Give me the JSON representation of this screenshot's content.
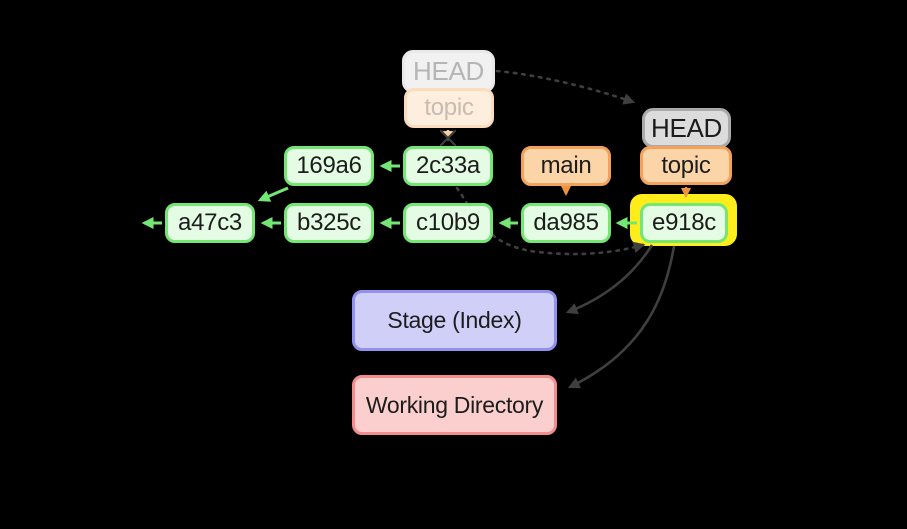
{
  "colors": {
    "page-bg": "#000000",
    "green-border": "#74e674",
    "green-fill": "#e4fce4",
    "green-arrow": "#74e674",
    "orange-border": "#f2a25c",
    "orange-fill": "#fbd5a8",
    "orange-arrow": "#f0923e",
    "gray-border": "#a9a9a9",
    "gray-fill": "#dcdcdc",
    "stage-border": "#9292ee",
    "stage-fill": "#cfcff8",
    "wd-border": "#f28d8d",
    "wd-fill": "#fccfcf",
    "highlight-yellow": "#ffec1b",
    "dark-arrow": "#3f3f3f",
    "text-dark": "#1c1c1c",
    "ghost-gray-border": "#e9e9e9",
    "ghost-gray-fill": "#f1f1f1",
    "ghost-gray-text": "#b5b5b5",
    "ghost-orange-border": "#fbdcbf",
    "ghost-orange-fill": "#fdeedd",
    "ghost-orange-text": "#c7bcb1",
    "ghost-arrow": "#f8d1a8"
  },
  "labels": {
    "ghost_head": "HEAD",
    "ghost_topic": "topic",
    "head": "HEAD",
    "topic": "topic",
    "main": "main",
    "c_169a6": "169a6",
    "c_2c33a": "2c33a",
    "c_a47c3": "a47c3",
    "c_b325c": "b325c",
    "c_c10b9": "c10b9",
    "c_da985": "da985",
    "c_e918c": "e918c",
    "stage": "Stage (Index)",
    "working_directory": "Working Directory"
  },
  "edges": [
    {
      "from": "e918c",
      "to": "da985",
      "kind": "parent",
      "style": "green-solid"
    },
    {
      "from": "da985",
      "to": "c10b9",
      "kind": "parent",
      "style": "green-solid"
    },
    {
      "from": "c10b9",
      "to": "b325c",
      "kind": "parent",
      "style": "green-solid"
    },
    {
      "from": "b325c",
      "to": "a47c3",
      "kind": "parent",
      "style": "green-solid"
    },
    {
      "from": "a47c3",
      "to": "earlier-history",
      "kind": "parent",
      "style": "green-solid"
    },
    {
      "from": "2c33a",
      "to": "169a6",
      "kind": "parent",
      "style": "green-solid"
    },
    {
      "from": "169a6",
      "to": "a47c3",
      "kind": "parent",
      "style": "green-solid"
    },
    {
      "from": "main",
      "to": "da985",
      "kind": "branch-pointer",
      "style": "orange-solid"
    },
    {
      "from": "topic",
      "to": "e918c",
      "kind": "branch-pointer",
      "style": "orange-solid"
    },
    {
      "from": "ghost-topic",
      "to": "2c33a",
      "kind": "removed-pointer",
      "style": "faded-crossed-out"
    },
    {
      "from": "ghost-HEAD",
      "to": "HEAD",
      "kind": "pointer-moved",
      "style": "dark-dashed"
    },
    {
      "from": "2c33a",
      "to": "e918c",
      "kind": "pointer-moved",
      "style": "dark-dashed"
    },
    {
      "from": "e918c",
      "to": "Stage (Index)",
      "kind": "copied-to",
      "style": "dark-solid"
    },
    {
      "from": "e918c",
      "to": "Working Directory",
      "kind": "copied-to",
      "style": "dark-solid"
    }
  ],
  "highlight": {
    "node": "e918c",
    "color": "#ffec1b"
  }
}
